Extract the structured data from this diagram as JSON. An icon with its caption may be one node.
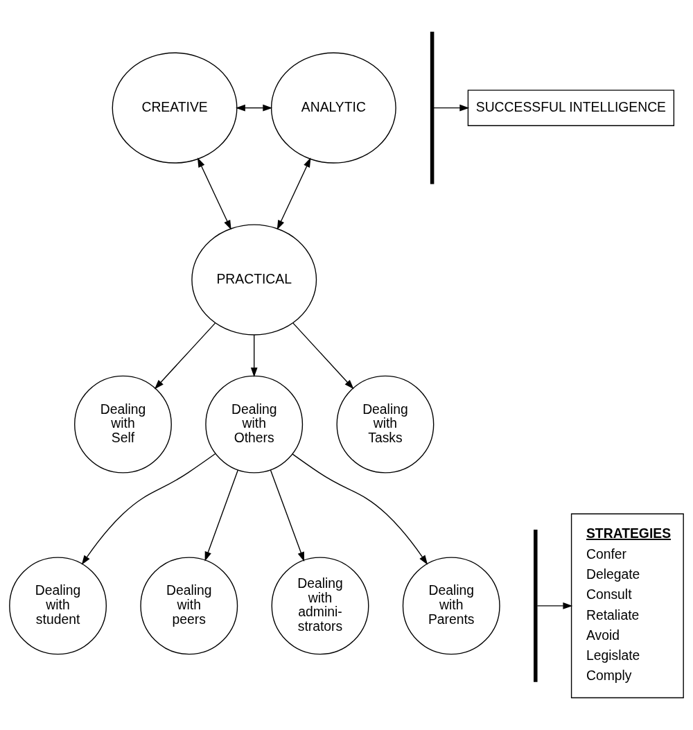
{
  "diagram": {
    "nodes": [
      {
        "text": [
          "CREATIVE"
        ]
      },
      {
        "text": [
          "ANALYTIC"
        ]
      },
      {
        "text": [],
        "shape": "bar"
      },
      {
        "text": [
          "SUCCESSFUL INTELLIGENCE"
        ]
      },
      {
        "text": [
          "PRACTICAL"
        ]
      },
      {
        "text": [
          "Dealing with Self"
        ]
      },
      {
        "text": [
          "Dealing with Others"
        ]
      },
      {
        "text": [
          "Dealing with Tasks"
        ]
      },
      {
        "text": [
          "Dealing with student"
        ]
      },
      {
        "text": [
          "Dealing with peers"
        ]
      },
      {
        "text": [
          "Dealing with admini- strators"
        ]
      },
      {
        "text": [
          "Dealing with Parents"
        ]
      },
      {
        "text": [],
        "shape": "bar"
      },
      {
        "text": [
          "STRATEGIES",
          "Confer",
          "Delegate",
          "Consult",
          "Retaliate",
          "Avoid",
          "Legislate",
          "Comply"
        ]
      }
    ],
    "edges": [
      {
        "from": 0,
        "to": 1,
        "arrow": "both"
      },
      {
        "from": 0,
        "to": 4,
        "arrow": "both"
      },
      {
        "from": 1,
        "to": 4,
        "arrow": "both"
      },
      {
        "from": 2,
        "to": 3,
        "arrow": "to"
      },
      {
        "from": 4,
        "to": 5,
        "arrow": "to"
      },
      {
        "from": 4,
        "to": 6,
        "arrow": "to"
      },
      {
        "from": 4,
        "to": 7,
        "arrow": "to"
      },
      {
        "from": 6,
        "to": 8,
        "arrow": "to"
      },
      {
        "from": 6,
        "to": 9,
        "arrow": "to"
      },
      {
        "from": 6,
        "to": 10,
        "arrow": "to"
      },
      {
        "from": 6,
        "to": 11,
        "arrow": "to"
      },
      {
        "from": 12,
        "to": 13,
        "arrow": "to"
      }
    ]
  }
}
